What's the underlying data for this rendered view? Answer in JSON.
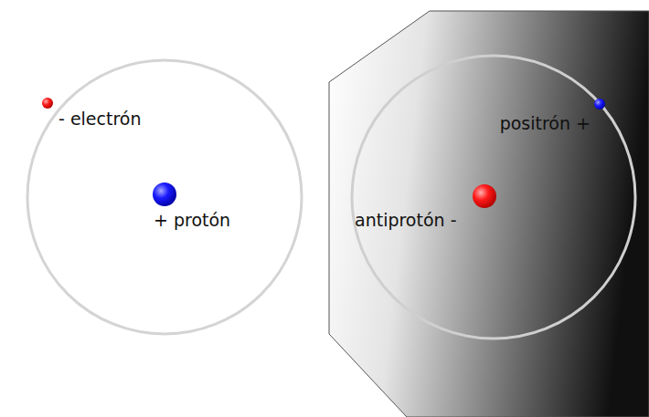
{
  "diagram": {
    "labels": [
      "- electrón",
      "+ protón",
      "positrón +",
      "antiprotón -"
    ]
  }
}
